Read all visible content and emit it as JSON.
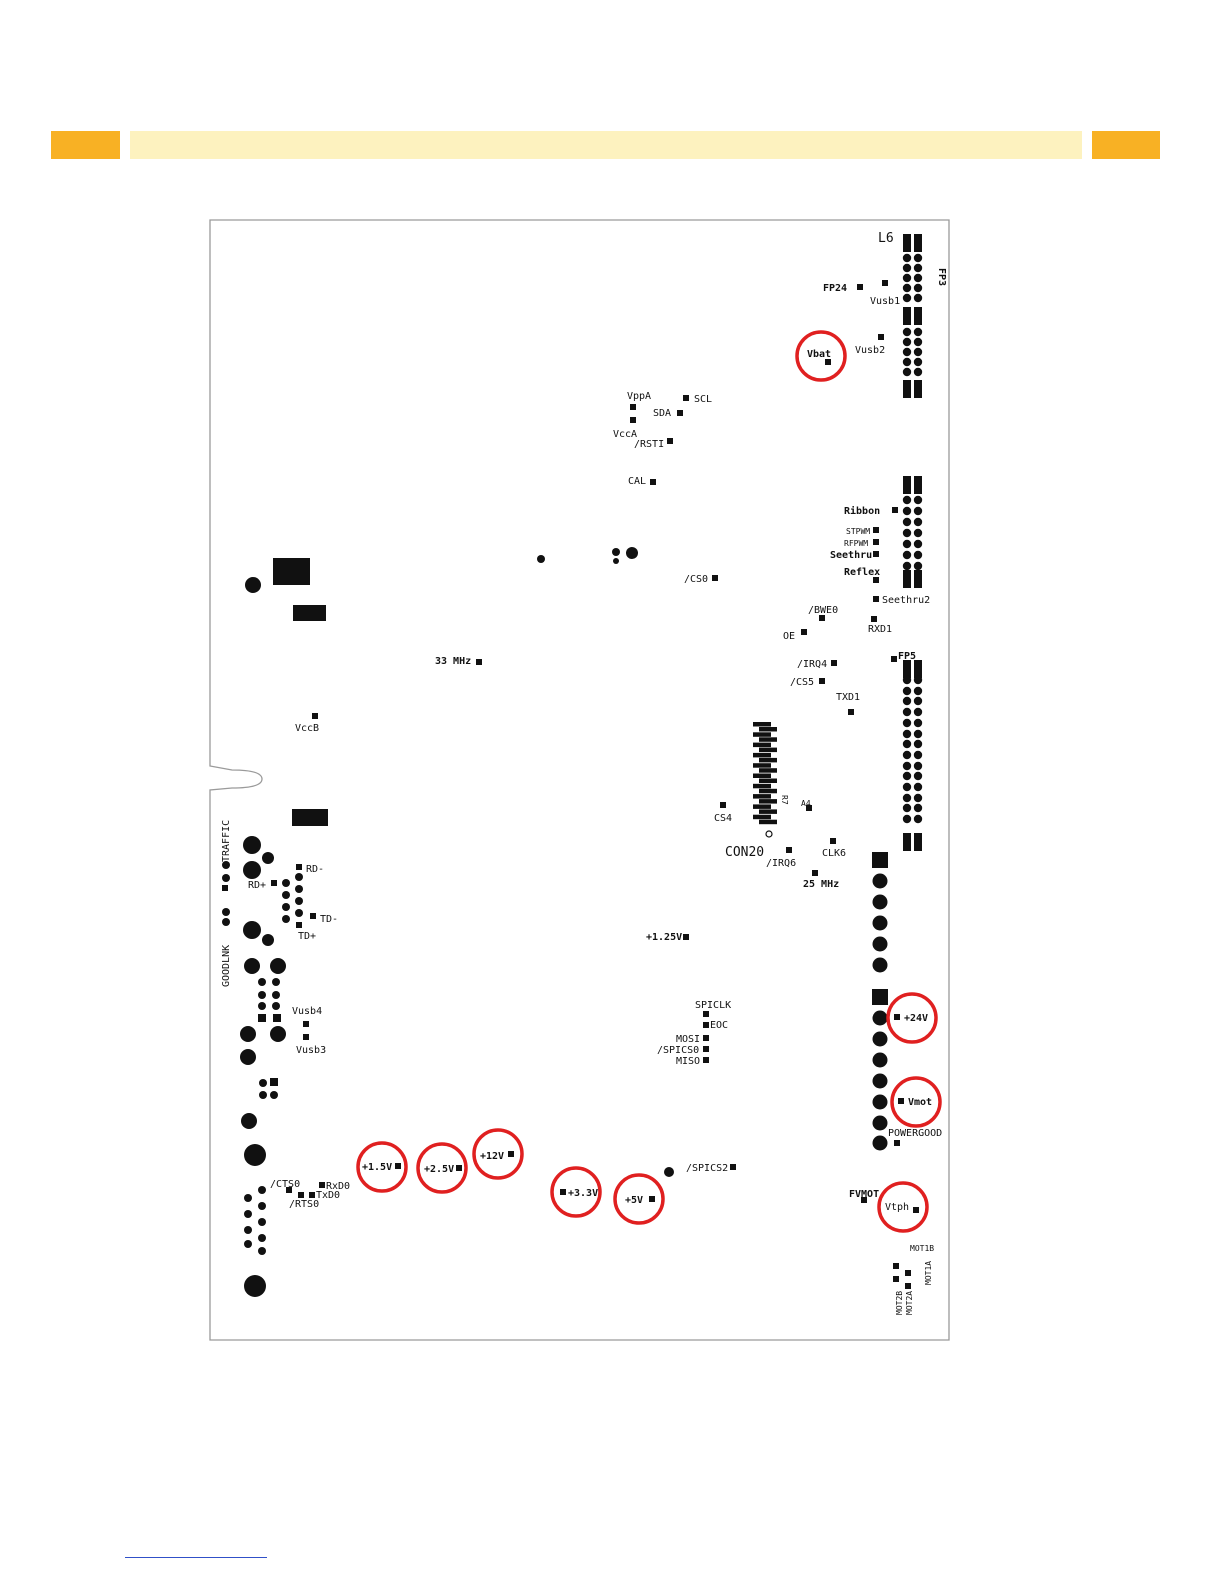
{
  "header_colors": {
    "accent": "#f8b124",
    "band": "#fdf2bf"
  },
  "highlight_color": "#e02020",
  "labels": {
    "L6": "L6",
    "FP3": "FP3",
    "FP24": "FP24",
    "Vusb1": "Vusb1",
    "Vusb2": "Vusb2",
    "Vbat": "Vbat",
    "VppA": "VppA",
    "SCL": "SCL",
    "SDA": "SDA",
    "VccA": "VccA",
    "RSTI": "/RSTI",
    "CAL": "CAL",
    "Ribbon": "Ribbon",
    "STPWM": "STPWM",
    "RFPWM": "RFPWM",
    "Seethru": "Seethru",
    "Reflex": "Reflex",
    "Seethru2": "Seethru2",
    "CS0": "/CS0",
    "BWE0": "/BWE0",
    "RXD1": "RXD1",
    "OE": "OE",
    "MHz33": "33 MHz",
    "FP5": "FP5",
    "IRQ4": "/IRQ4",
    "CS5": "/CS5",
    "TXD1": "TXD1",
    "VccB": "VccB",
    "R7": "R7",
    "A4": "A4",
    "CS4": "CS4",
    "CON20": "CON20",
    "IRQ6": "/IRQ6",
    "CLK6": "CLK6",
    "MHz25": "25 MHz",
    "TRAFFIC": "TRAFFIC",
    "GOODLNK": "GOODLNK",
    "RDm": "RD-",
    "RDp": "RD+",
    "TDm": "TD-",
    "TDp": "TD+",
    "V125": "+1.25V",
    "V24": "+24V",
    "Vusb4": "Vusb4",
    "Vusb3": "Vusb3",
    "SPICLK": "SPICLK",
    "EOC": "EOC",
    "MOSI": "MOSI",
    "SPICS0": "/SPICS0",
    "MISO": "MISO",
    "Vmot": "Vmot",
    "POWERGOOD": "POWERGOOD",
    "V15": "+1.5V",
    "V25": "+2.5V",
    "V12": "+12V",
    "V33": "+3.3V",
    "V5": "+5V",
    "SPICS2": "/SPICS2",
    "CTS0": "/CTS0",
    "RxD0": "RxD0",
    "TxD0": "TxD0",
    "RTS0": "/RTS0",
    "FVMOT": "FVMOT",
    "Vtph": "Vtph",
    "MOT1B": "MOT1B",
    "MOT1A": "MOT1A",
    "MOT2B": "MOT2B",
    "MOT2A": "MOT2A"
  }
}
